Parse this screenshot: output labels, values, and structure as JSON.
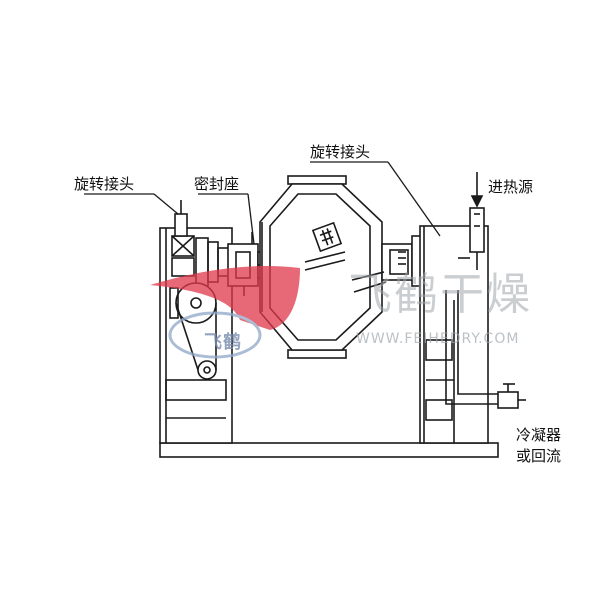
{
  "labels": {
    "rotary_joint_left": "旋转接头",
    "seal_seat": "密封座",
    "rotary_joint_right": "旋转接头",
    "heat_inlet": "进热源",
    "condenser_line1": "冷凝器",
    "condenser_line2": "或回流"
  },
  "watermark": {
    "brand_cn": "飞鹤干燥",
    "site": "WWW.FEIHEDRY.COM",
    "logo_text": "飞鹤"
  },
  "colors": {
    "line": "#1a1a1a",
    "logo_red": "#e0384a",
    "logo_blue": "#8fa6c8"
  }
}
